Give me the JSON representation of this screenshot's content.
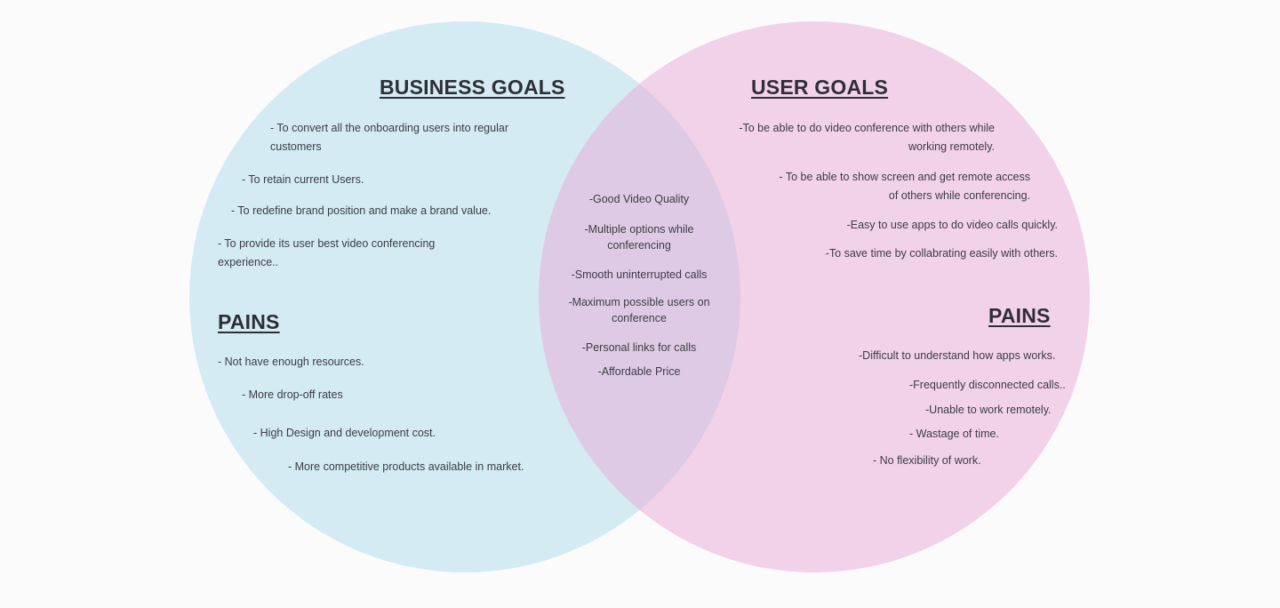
{
  "business": {
    "title": "BUSINESS GOALS",
    "goals": [
      "- To convert all the onboarding users into regular customers",
      "- To retain current Users.",
      "- To redefine brand position and make a brand value.",
      "- To provide its user best video conferencing experience.."
    ],
    "pains_title": "PAINS",
    "pains": [
      "- Not have enough resources.",
      "- More drop-off rates",
      "- High Design and development cost.",
      "- More competitive products available in market."
    ]
  },
  "user": {
    "title": "USER GOALS",
    "goals": [
      "-To be able to do video conference with others while working remotely.",
      "- To be able to show screen and get remote access of others while conferencing.",
      "-Easy to use apps to do video calls quickly.",
      "-To save time by collabrating easily with others."
    ],
    "pains_title": "PAINS",
    "pains": [
      "-Difficult to understand how apps works.",
      "-Frequently disconnected calls..",
      "-Unable to work remotely.",
      "- Wastage of time.",
      "- No flexibility of work."
    ]
  },
  "shared": {
    "items": [
      "-Good Video Quality",
      "-Multiple options while conferencing",
      "-Smooth uninterrupted calls",
      "-Maximum possible users on conference",
      "-Personal links for calls",
      "-Affordable Price"
    ]
  },
  "colors": {
    "business_circle": "#bae1ee",
    "user_circle": "#e9aad5",
    "text": "#3c3c44"
  }
}
